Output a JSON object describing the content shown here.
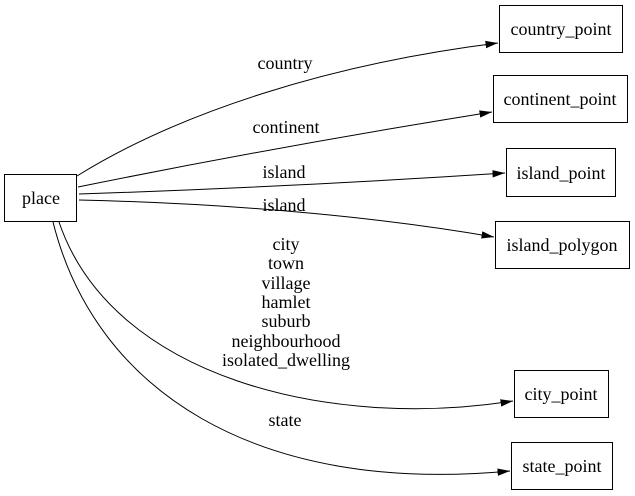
{
  "diagram": {
    "type": "directed-graph",
    "background_color": "#ffffff",
    "node_border_color": "#000000",
    "edge_color": "#000000",
    "text_color": "#000000",
    "nodes": [
      {
        "id": "place",
        "label": "place"
      },
      {
        "id": "country_point",
        "label": "country_point"
      },
      {
        "id": "continent_point",
        "label": "continent_point"
      },
      {
        "id": "island_point",
        "label": "island_point"
      },
      {
        "id": "island_polygon",
        "label": "island_polygon"
      },
      {
        "id": "city_point",
        "label": "city_point"
      },
      {
        "id": "state_point",
        "label": "state_point"
      }
    ],
    "edges": [
      {
        "from": "place",
        "to": "country_point",
        "label": "country"
      },
      {
        "from": "place",
        "to": "continent_point",
        "label": "continent"
      },
      {
        "from": "place",
        "to": "island_point",
        "label": "island"
      },
      {
        "from": "place",
        "to": "island_polygon",
        "label": "island"
      },
      {
        "from": "place",
        "to": "city_point",
        "labels": [
          "city",
          "town",
          "village",
          "hamlet",
          "suburb",
          "neighbourhood",
          "isolated_dwelling"
        ]
      },
      {
        "from": "place",
        "to": "state_point",
        "label": "state"
      }
    ]
  }
}
